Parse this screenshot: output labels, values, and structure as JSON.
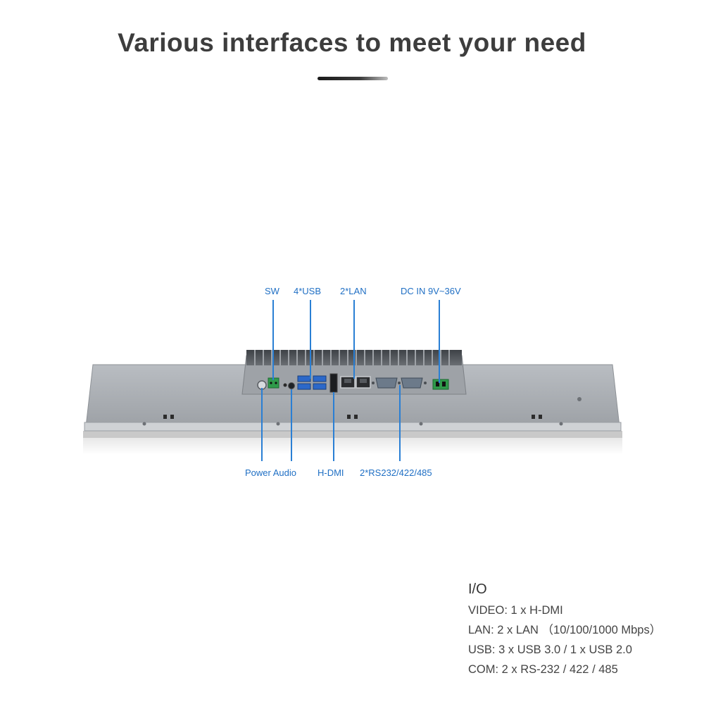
{
  "header": {
    "title": "Various interfaces to meet your need"
  },
  "callouts": {
    "top": {
      "sw": "SW",
      "usb": "4*USB",
      "lan": "2*LAN",
      "dc_in": "DC IN 9V~36V"
    },
    "bottom": {
      "power_audio": "Power Audio",
      "hdmi": "H-DMI",
      "rs232": "2*RS232/422/485"
    }
  },
  "io": {
    "heading": "I/O",
    "lines": [
      "VIDEO: 1 x H-DMI",
      "LAN: 2 x LAN （10/100/1000 Mbps）",
      "USB: 3 x USB 3.0 / 1 x USB 2.0",
      "COM: 2 x RS-232 / 422 / 485"
    ]
  },
  "colors": {
    "callout_blue": "#1f6fc4",
    "panel_gray": "#a9adb3",
    "title_dark": "#3d3d3d"
  }
}
